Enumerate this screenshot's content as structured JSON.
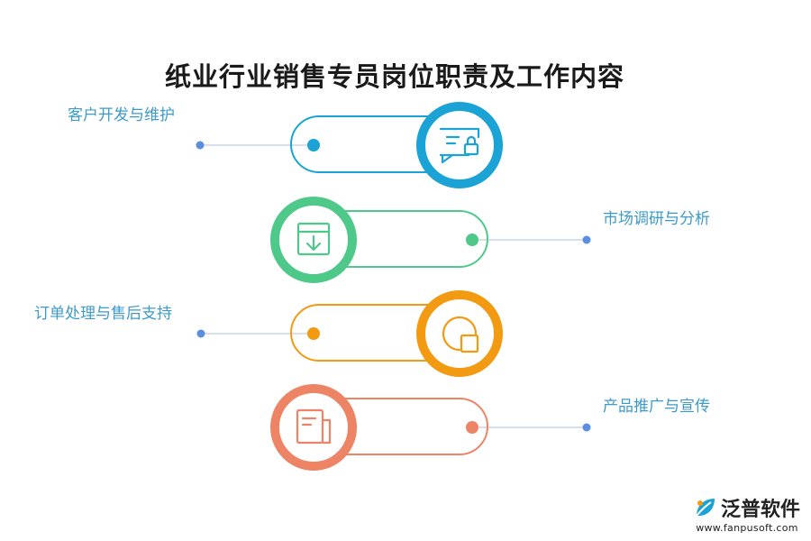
{
  "title": "纸业行业销售专员岗位职责及工作内容",
  "items": [
    {
      "label": "客户开发与维护",
      "color": "#1aa3d4",
      "icon": "chat-lock-icon"
    },
    {
      "label": "市场调研与分析",
      "color": "#4ec98a",
      "icon": "download-box-icon"
    },
    {
      "label": "订单处理与售后支持",
      "color": "#f39a13",
      "icon": "pie-chart-icon"
    },
    {
      "label": "产品推广与宣传",
      "color": "#ee8466",
      "icon": "document-icon"
    }
  ],
  "logo": {
    "name": "泛普软件",
    "url": "www.fanpusoft.com"
  },
  "connector_color": "#5a8ee0"
}
